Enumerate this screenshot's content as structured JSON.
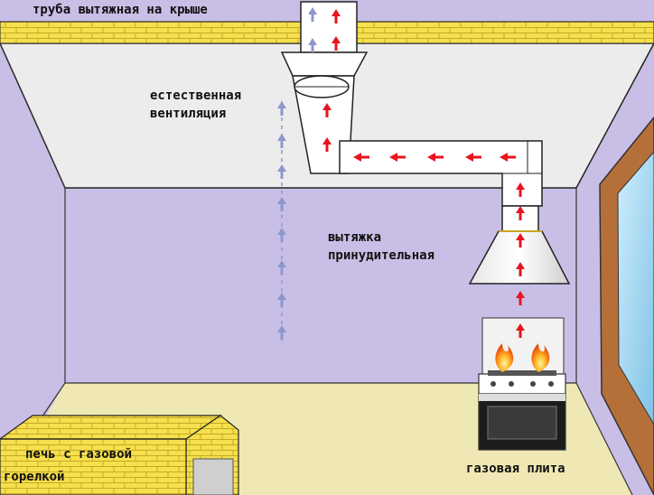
{
  "labels": {
    "roof_pipe": "труба вытяжная на крыше",
    "natural_vent_line1": "естественная",
    "natural_vent_line2": "вентиляция",
    "forced_hood_line1": "вытяжка",
    "forced_hood_line2": "принудительная",
    "stove": "газовая плита",
    "oven_line1": "печь с газовой",
    "oven_line2": "горелкой"
  },
  "colors": {
    "wall": "#c9bfe6",
    "ceiling": "#ececec",
    "floor": "#efe8b4",
    "brick": "#f5e04e",
    "duct": "#ffffff",
    "forced_arrow": "#e8141e",
    "natural_arrow": "#8c98cc",
    "window_frame": "#b5703a",
    "window_glass": "#a8d8f0"
  }
}
